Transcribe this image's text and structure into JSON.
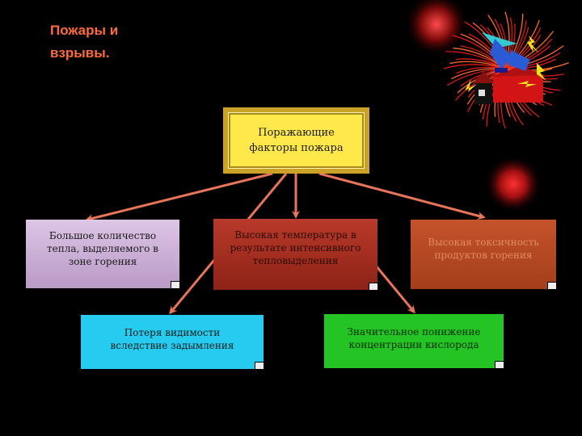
{
  "title": {
    "line1": "Пожары и",
    "line2": "взрывы."
  },
  "diagram": {
    "root": {
      "line1": "Поражающие",
      "line2": "факторы  пожара"
    },
    "nodes": [
      {
        "lines": [
          "Большое количество",
          "тепла, выделяемого в",
          "зоне горения"
        ]
      },
      {
        "lines": [
          "Высокая температура в",
          "результате интенсивного",
          "тепловыделения"
        ]
      },
      {
        "lines": [
          "Высокая токсичность",
          "продуктов горения"
        ]
      },
      {
        "lines": [
          "Потеря видимости",
          "вследствие задымления"
        ]
      },
      {
        "lines": [
          "Значительное понижение",
          "концентрации кислорода"
        ]
      }
    ]
  },
  "colors": {
    "title": "#ff6a3a",
    "arrow": "#e8745a",
    "root_fill": "#ffe84a",
    "node_heat": "#ddc6e6",
    "node_temperature": "#b83a2a",
    "node_toxicity": "#c4532a",
    "node_visibility": "#26ccf0",
    "node_oxygen": "#24c424"
  },
  "decorations": [
    "fireworks-burst",
    "house-on-fire-icon",
    "red-glow-orb"
  ]
}
